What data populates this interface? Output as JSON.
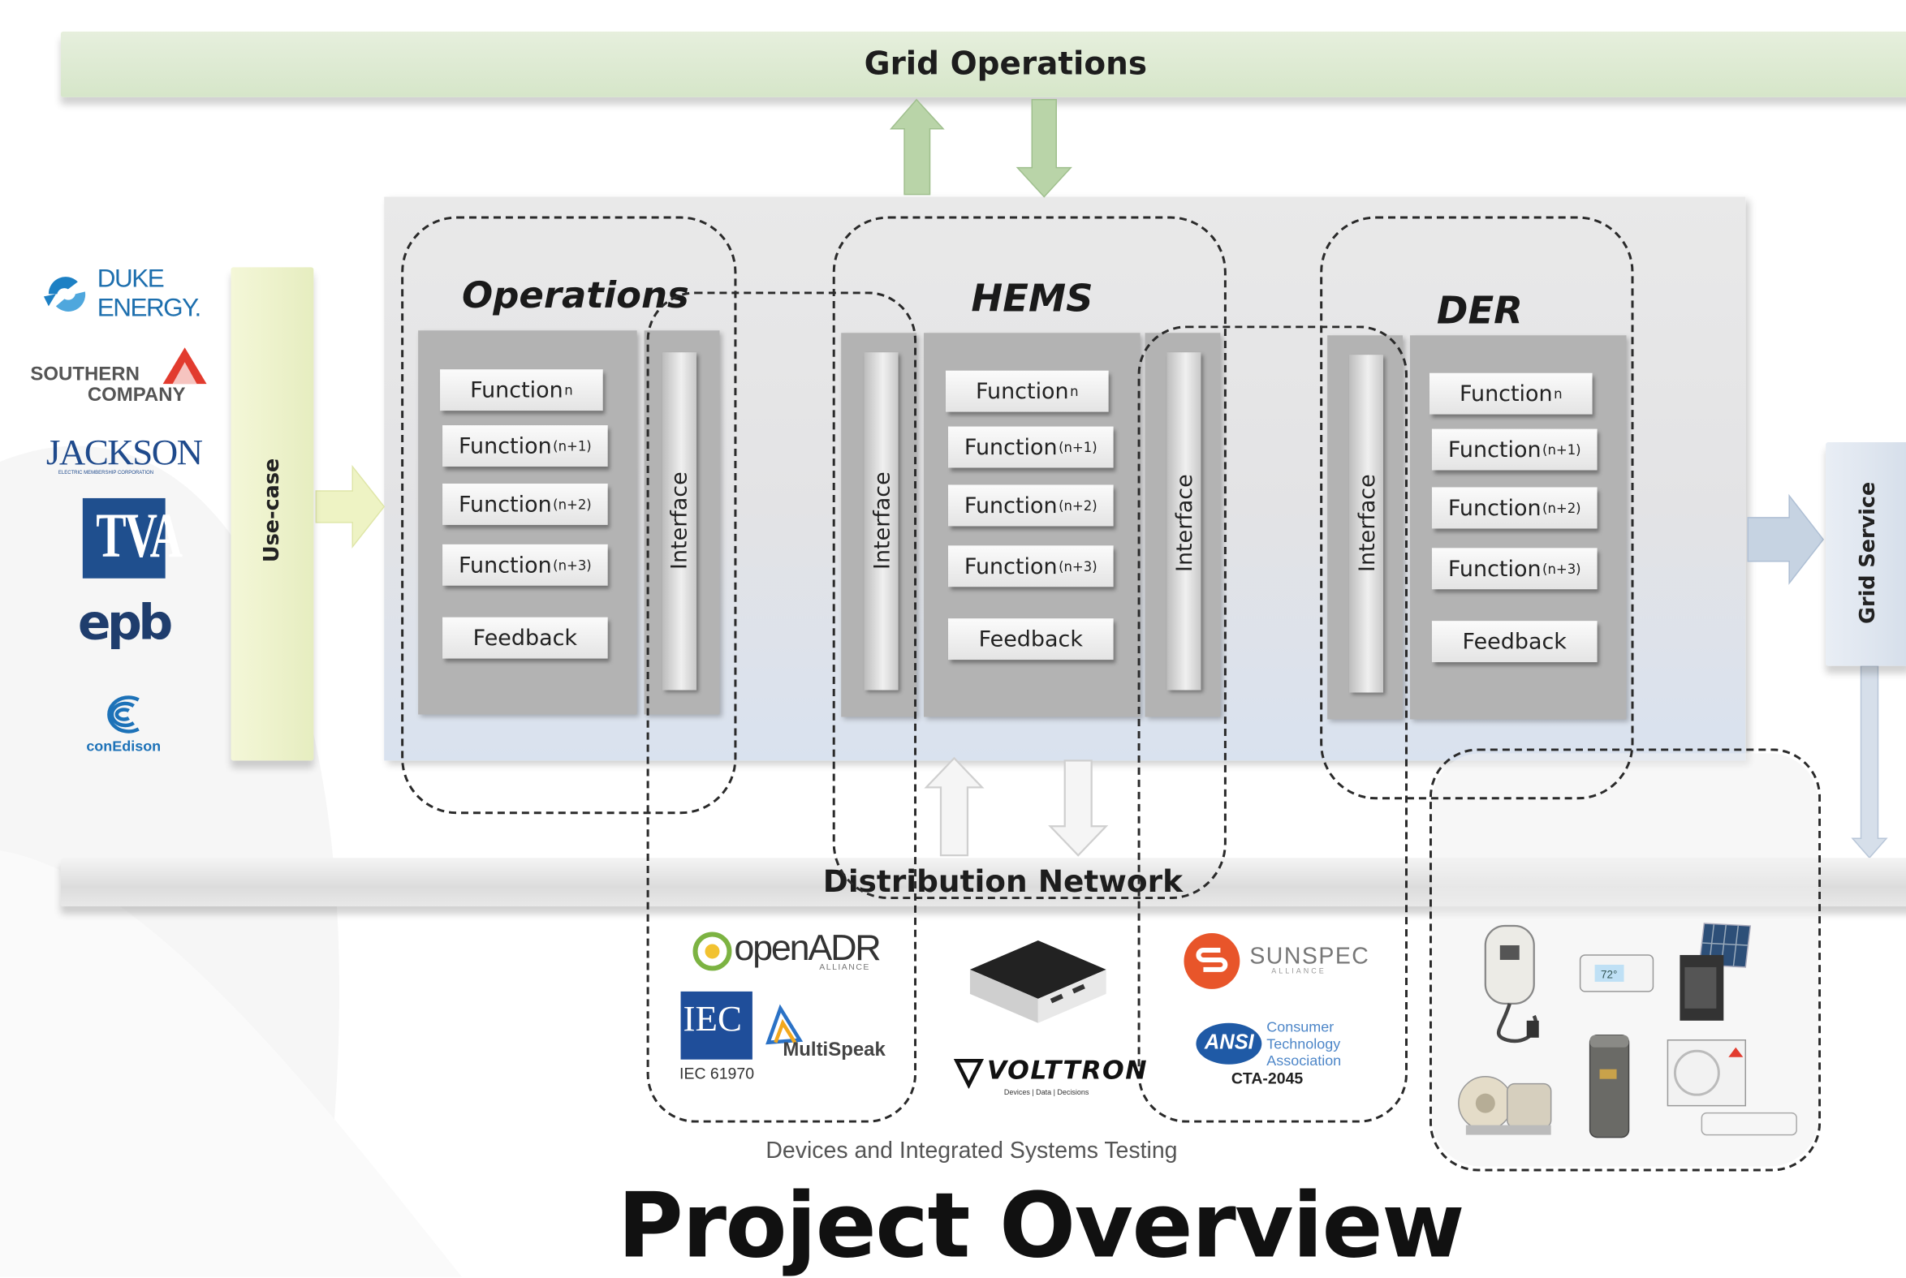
{
  "grid_operations": "Grid Operations",
  "distribution_network": "Distribution Network",
  "use_case": "Use-case",
  "grid_service": "Grid Service",
  "sections": {
    "operations": {
      "title": "Operations",
      "functions": [
        "Function",
        "Function",
        "Function",
        "Function"
      ],
      "subscripts": [
        "n",
        "(n+1)",
        "(n+2)",
        "(n+3)"
      ],
      "feedback": "Feedback"
    },
    "hems": {
      "title": "HEMS",
      "functions": [
        "Function",
        "Function",
        "Function",
        "Function"
      ],
      "subscripts": [
        "n",
        "(n+1)",
        "(n+2)",
        "(n+3)"
      ],
      "feedback": "Feedback"
    },
    "der": {
      "title": "DER",
      "functions": [
        "Function",
        "Function",
        "Function",
        "Function"
      ],
      "subscripts": [
        "n",
        "(n+1)",
        "(n+2)",
        "(n+3)"
      ],
      "feedback": "Feedback"
    }
  },
  "interface_label": "Interface",
  "utility_logos": {
    "duke": [
      "DUKE",
      "ENERGY."
    ],
    "southern": [
      "SOUTHERN",
      "COMPANY"
    ],
    "jackson": "JACKSON",
    "jackson_sub": "ELECTRIC MEMBERSHIP CORPORATION",
    "tva": "TVA",
    "epb": "epb",
    "conedison": "conEdison"
  },
  "standards": {
    "openadr": "openADR",
    "openadr_sub": "ALLIANCE",
    "iec": "IEC",
    "iec_caption": "IEC 61970",
    "multispeak": "MultiSpeak",
    "volttron": "VOLTTRON",
    "volttron_tag": "Devices | Data | Decisions",
    "sunspec": "SUNSPEC",
    "sunspec_sub": "ALLIANCE",
    "ansi": "ANSI",
    "cta_lines": [
      "Consumer",
      "Technology",
      "Association"
    ],
    "cta_caption": "CTA-2045"
  },
  "device_thermostat_reading": "72°",
  "devices_caption": "Devices and Integrated Systems Testing",
  "page_title": "Project Overview",
  "colors": {
    "grid_bar": "#dbe8cf",
    "use_case_bar": "#f0f3cf",
    "panel": "#b3b3b3",
    "arrow_green": "#b9d4a8",
    "arrow_blue": "#c6d3e2",
    "iec_blue": "#1f4e9a",
    "sunspec_orange": "#e8552a",
    "openadr_green": "#7cb342"
  }
}
